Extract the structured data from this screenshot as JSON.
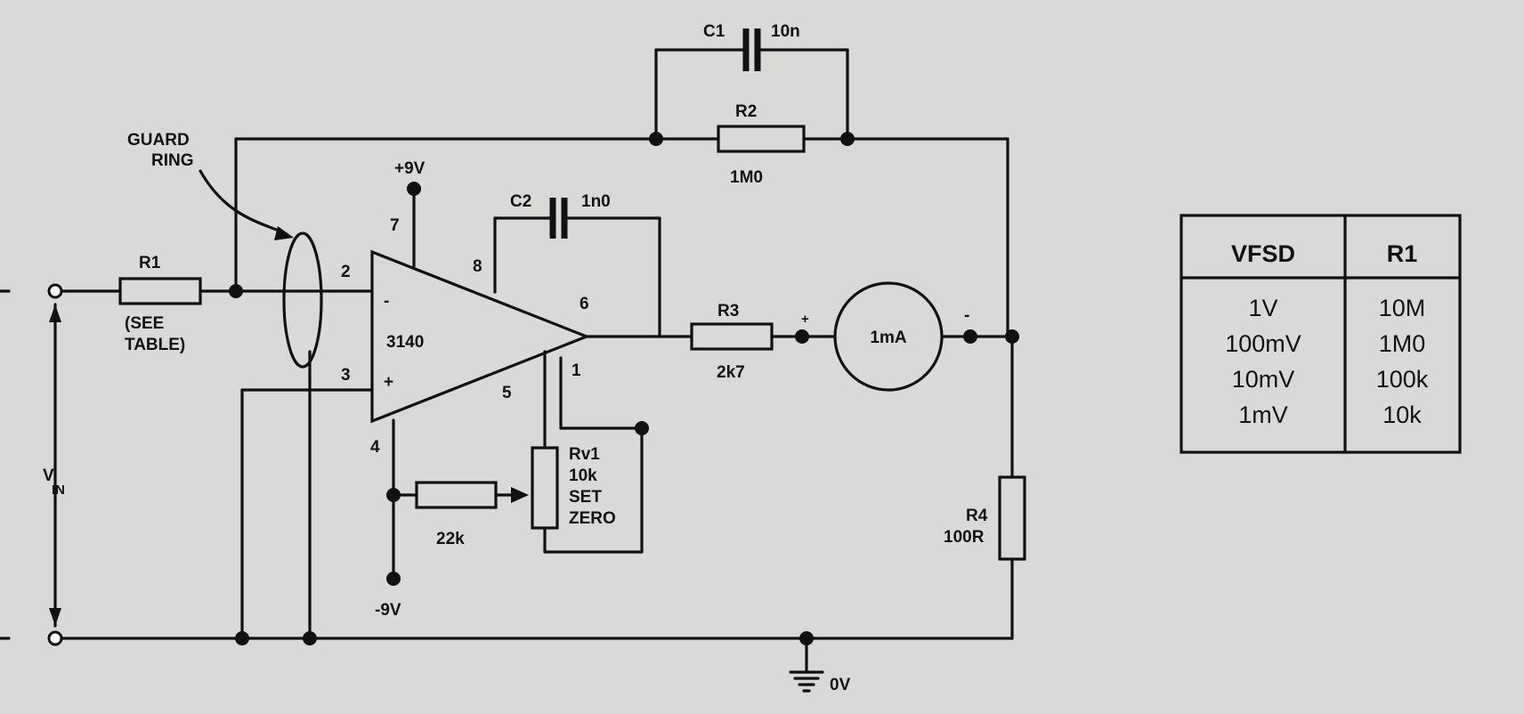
{
  "components": {
    "r1": {
      "name": "R1",
      "note_line1": "(SEE",
      "note_line2": "TABLE)"
    },
    "r2": {
      "name": "R2",
      "value": "1M0"
    },
    "r3": {
      "name": "R3",
      "value": "2k7"
    },
    "r4": {
      "name": "R4",
      "value": "100R"
    },
    "c1": {
      "name": "C1",
      "value": "10n"
    },
    "c2": {
      "name": "C2",
      "value": "1n0"
    },
    "rv1": {
      "name": "Rv1",
      "value": "10k",
      "line3": "SET",
      "line4": "ZERO"
    },
    "r_offset": {
      "value": "22k"
    },
    "meter": {
      "value": "1mA"
    },
    "opamp": {
      "name": "3140",
      "inv_sign": "-",
      "noninv_sign": "+"
    },
    "guard_ring": {
      "line1": "GUARD",
      "line2": "RING"
    }
  },
  "pins": {
    "p2": "2",
    "p3": "3",
    "p4": "4",
    "p5": "5",
    "p6": "6",
    "p7": "7",
    "p8": "8",
    "p1": "1"
  },
  "rails": {
    "positive": "+9V",
    "negative": "-9V",
    "ground": "0V"
  },
  "meter_polarity": {
    "plus": "+",
    "minus": "-"
  },
  "vin": {
    "main": "V",
    "sub": "IN"
  },
  "table": {
    "headers": [
      "VFSD",
      "R1"
    ],
    "rows": [
      [
        "1V",
        "10M"
      ],
      [
        "100mV",
        "1M0"
      ],
      [
        "10mV",
        "100k"
      ],
      [
        "1mV",
        "10k"
      ]
    ]
  }
}
